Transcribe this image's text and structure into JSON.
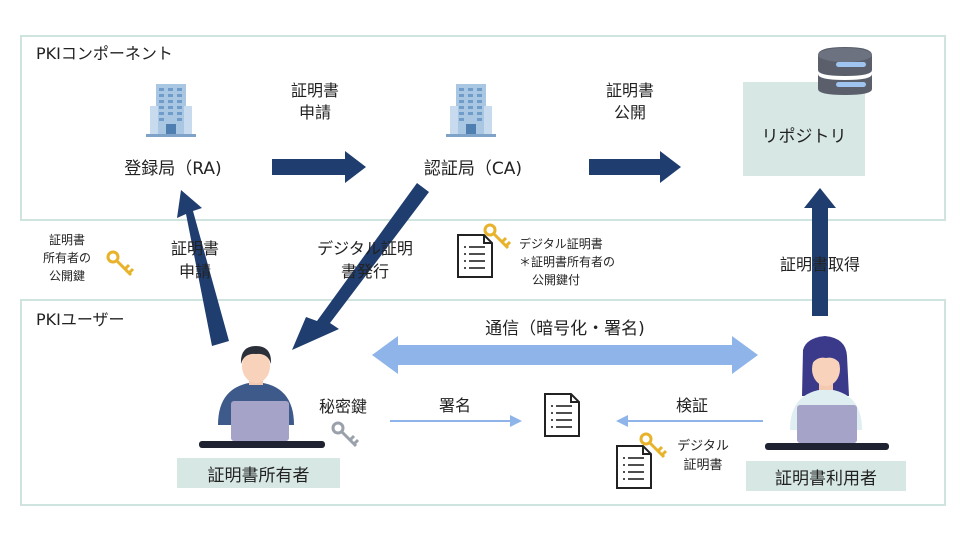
{
  "components_panel": {
    "title": "PKIコンポーネント"
  },
  "users_panel": {
    "title": "PKIユーザー"
  },
  "ra": {
    "label": "登録局（RA)"
  },
  "ca": {
    "label": "認証局（CA)"
  },
  "repository": {
    "label": "リポジトリ"
  },
  "arrows": {
    "apply_ra_ca": [
      "証明書",
      "申請"
    ],
    "publish": [
      "証明書",
      "公開"
    ],
    "apply_owner_ra": [
      "証明書",
      "申請"
    ],
    "issue": [
      "デジタル証明",
      "書発行"
    ],
    "obtain": "証明書取得",
    "communication": "通信（暗号化・署名)",
    "sign": "署名",
    "verify": "検証"
  },
  "owner_public_key": [
    "証明書",
    "所有者の",
    "公開鍵"
  ],
  "cert_note": {
    "title": "デジタル証明書",
    "line2": "＊証明書所有者の",
    "line3": "公開鍵付"
  },
  "private_key": "秘密鍵",
  "small_cert": [
    "デジタル",
    "証明書"
  ],
  "owner": {
    "label": "証明書所有者"
  },
  "user": {
    "label": "証明書利用者"
  },
  "colors": {
    "navy": "#1f3d6e",
    "light_blue": "#8fb4ea",
    "panel_border": "#cfe3df",
    "box_fill": "#d7e8e4",
    "key_gold": "#e8b22a"
  }
}
